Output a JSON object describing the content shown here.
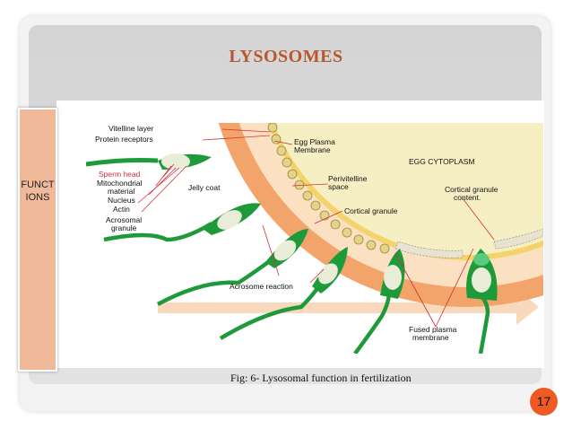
{
  "slide": {
    "title": "LYSOSOMES",
    "side_label": "FUNCTIONS",
    "caption": "Fig: 6- Lysosomal function in fertilization",
    "page_number": "17"
  },
  "diagram": {
    "labels": {
      "vitelline_layer": "Vitelline layer",
      "protein_receptors": "Protein receptors",
      "sperm_head": "Sperm head",
      "mito_1": "Mitochondrial",
      "mito_2": "material",
      "nucleus": "Nucleus",
      "actin": "Actin",
      "acro_1": "Acrosomal",
      "acro_2": "granule",
      "jelly_coat": "Jelly coat",
      "egg_pm_1": "Egg Plasma",
      "egg_pm_2": "Membrane",
      "egg_cytoplasm": "EGG CYTOPLASM",
      "peri_1": "Perivitelline",
      "peri_2": "space",
      "cortical_granule": "Cortical granule",
      "cgc_1": "Cortical granule",
      "cgc_2": "content.",
      "acrosome_reaction": "Acrosome reaction",
      "fpm_1": "Fused plasma",
      "fpm_2": "membrane"
    },
    "colors": {
      "cytoplasm": "#f7efc4",
      "jelly_coat": "#f3a46a",
      "sperm_green": "#1f9a3a",
      "sperm_head": "#e9ecd6",
      "annotation_red": "#d0303a",
      "background": "#ffffff"
    }
  }
}
